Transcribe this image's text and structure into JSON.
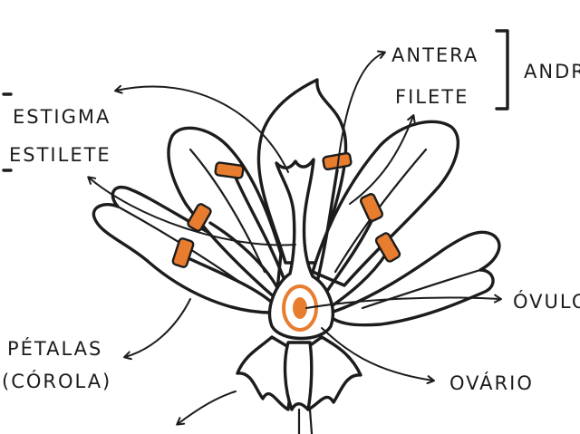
{
  "labels": {
    "antera": "ANTERA",
    "filete": "FILETE",
    "androceu": "ANDR",
    "estigma": "ESTIGMA",
    "estilete": "ESTILETE",
    "ovulo": "ÓVULO",
    "petalas": "PÉTALAS",
    "corola": "(CÓROLA)",
    "ovario": "OVÁRIO"
  },
  "colors": {
    "ink": "#1c1c1c",
    "accent": "#e87d2f",
    "background": "#ffffff"
  }
}
